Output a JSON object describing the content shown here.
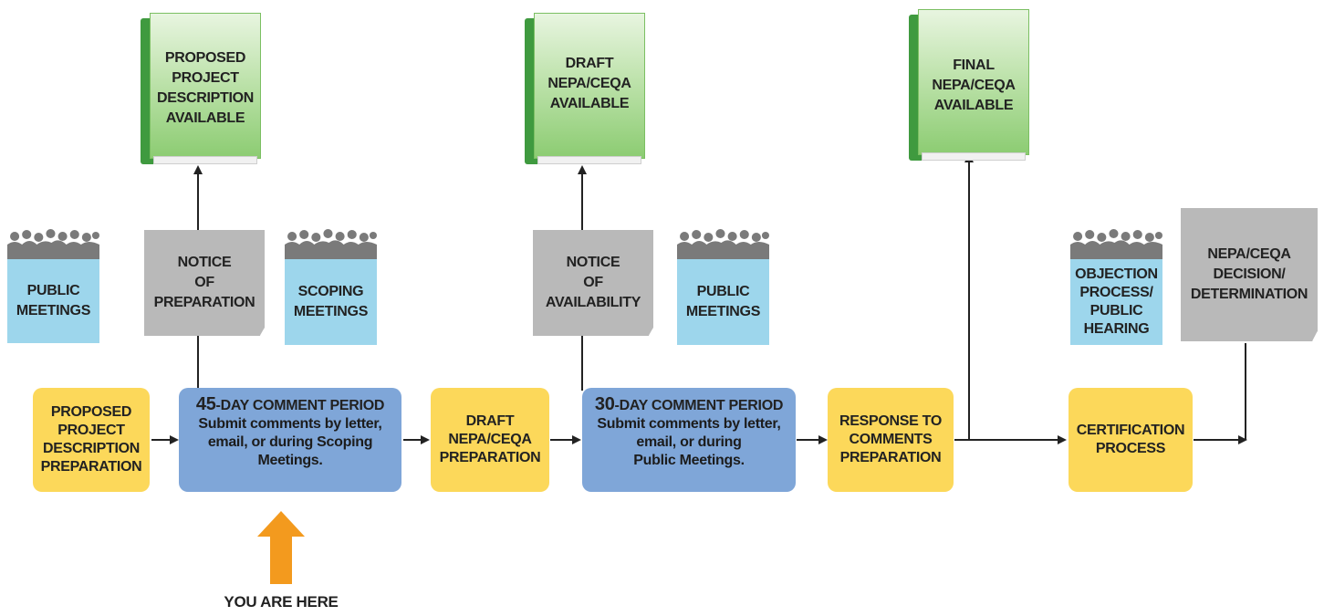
{
  "flow": {
    "proposed_project_description_preparation": "PROPOSED\nPROJECT\nDESCRIPTION\nPREPARATION",
    "comment_period_45": {
      "number": "45",
      "label": "-DAY COMMENT PERIOD",
      "body": "Submit comments by letter,\nemail, or during Scoping\nMeetings."
    },
    "draft_nepa_ceqa_preparation": "DRAFT\nNEPA/CEQA\nPREPARATION",
    "comment_period_30": {
      "number": "30",
      "label": "-DAY COMMENT PERIOD",
      "body": "Submit comments by letter,\nemail, or during\nPublic Meetings."
    },
    "response_to_comments_preparation": "RESPONSE TO\nCOMMENTS\nPREPARATION",
    "certification_process": "CERTIFICATION\nPROCESS"
  },
  "documents": {
    "proposed_project_description_available": "PROPOSED\nPROJECT\nDESCRIPTION\nAVAILABLE",
    "draft_nepa_ceqa_available": "DRAFT\nNEPA/CEQA\nAVAILABLE",
    "final_nepa_ceqa_available": "FINAL\nNEPA/CEQA\nAVAILABLE"
  },
  "notices": {
    "notice_of_preparation": "NOTICE\nOF\nPREPARATION",
    "notice_of_availability": "NOTICE\nOF\nAVAILABILITY",
    "nepa_ceqa_decision_determination": "NEPA/CEQA\nDECISION/\nDETERMINATION"
  },
  "meetings": {
    "public_meetings_1": "PUBLIC\nMEETINGS",
    "scoping_meetings": "SCOPING\nMEETINGS",
    "public_meetings_2": "PUBLIC\nMEETINGS",
    "objection_process_public_hearing": "OBJECTION\nPROCESS/\nPUBLIC\nHEARING"
  },
  "marker": {
    "you_are_here": "YOU ARE HERE",
    "arrow_color": "#f39a1e"
  },
  "colors": {
    "process_box": "#fcd85a",
    "comment_box": "#7fa6d8",
    "meeting_box": "#9dd6ec",
    "notice_box": "#b9b9b9",
    "document_green": "#8ccc72"
  }
}
